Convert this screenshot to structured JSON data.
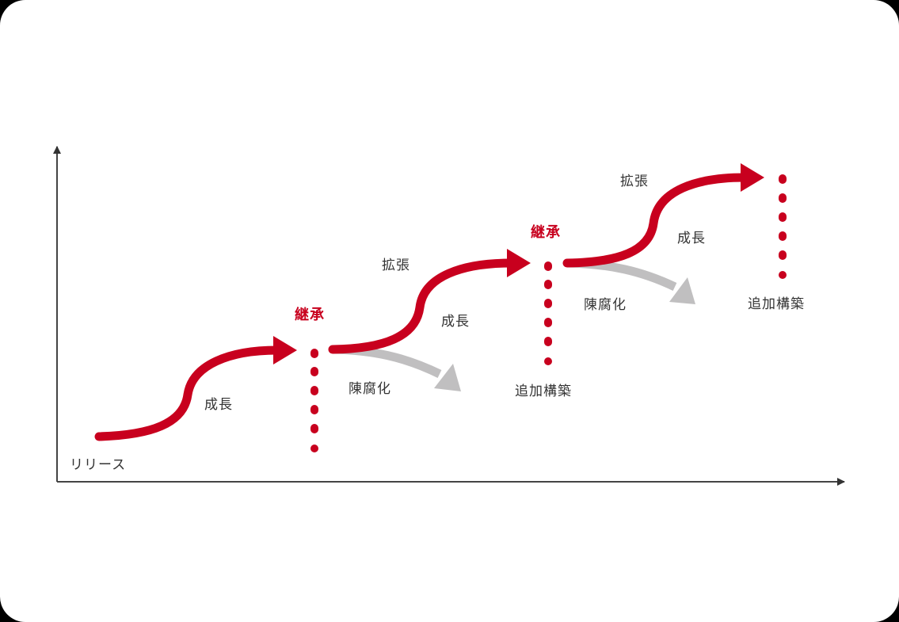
{
  "colors": {
    "accent": "#c8001e",
    "gray_arrow": "#c0bfc0",
    "axis": "#333333",
    "text": "#333333"
  },
  "labels": {
    "release": "リリース",
    "growth1": "成長",
    "inherit1": "継承",
    "obsolete1": "陳腐化",
    "expand1": "拡張",
    "growth2": "成長",
    "additional1": "追加構築",
    "inherit2": "継承",
    "obsolete2": "陳腐化",
    "expand2": "拡張",
    "growth3": "成長",
    "additional2": "追加構築"
  }
}
